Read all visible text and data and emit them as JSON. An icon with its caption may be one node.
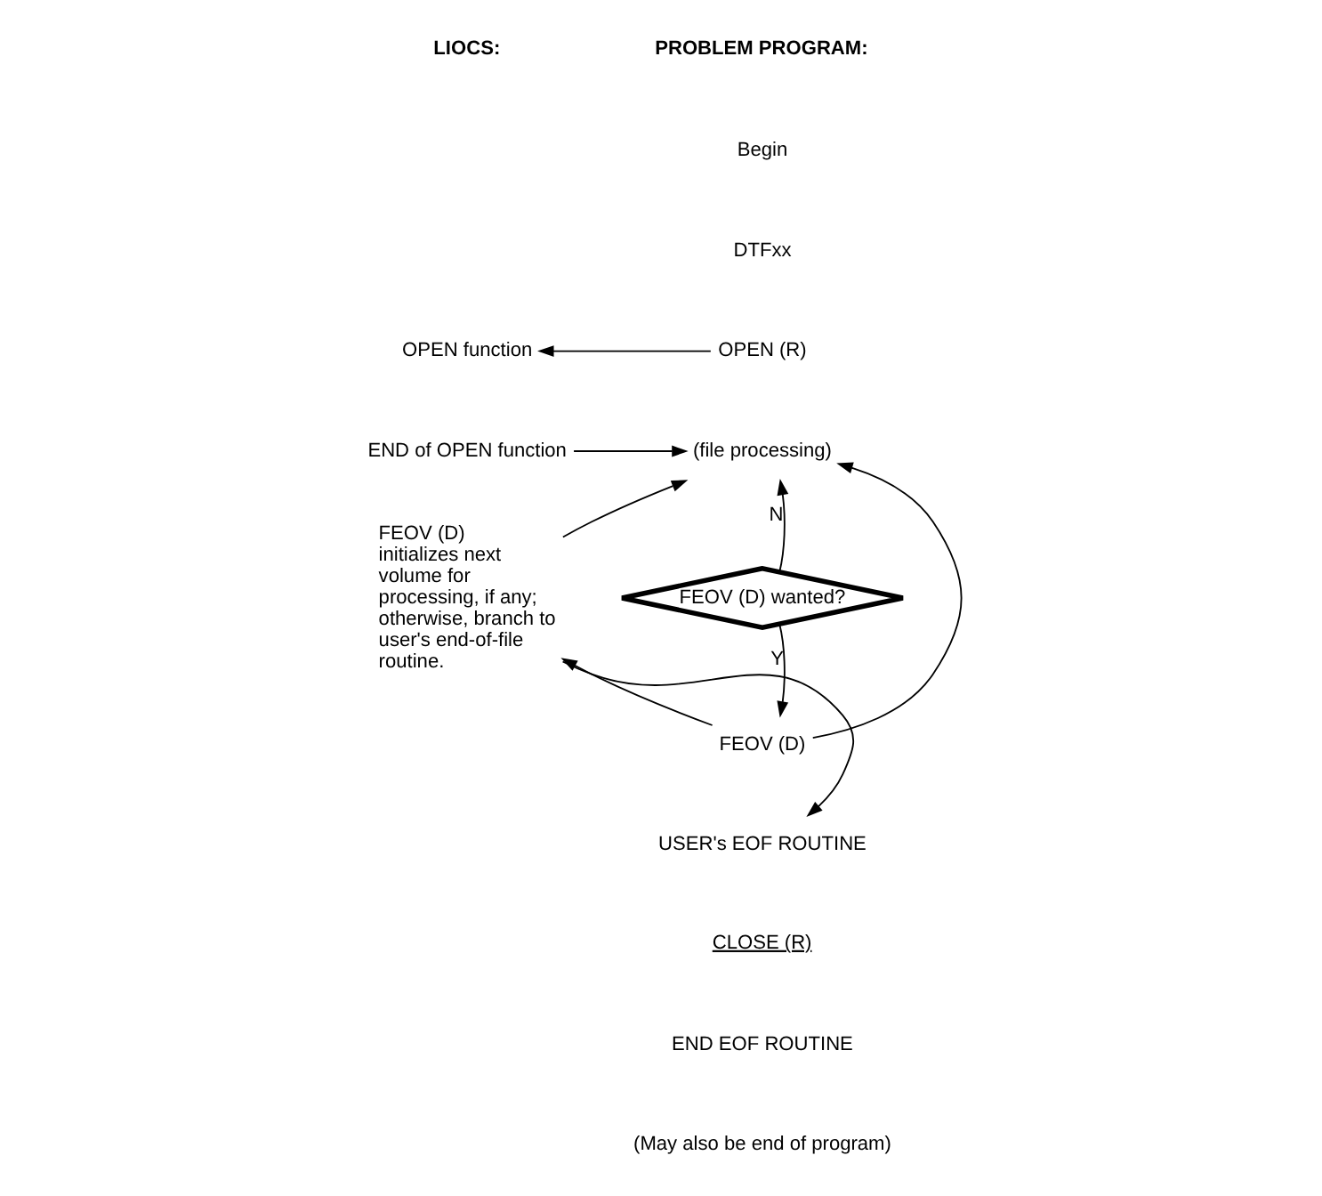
{
  "diagram": {
    "nodes": [
      {
        "text": [
          "OPEN (R)"
        ]
      },
      {
        "text": [
          "(file processing)"
        ]
      },
      {
        "text": [
          "FEOV (D) wanted?"
        ]
      },
      {
        "text": [
          "FEOV (D)"
        ]
      },
      {
        "text": [
          "USER's EOF ROUTINE"
        ]
      },
      {
        "text": [
          "OPEN function"
        ]
      },
      {
        "text": [
          "END of OPEN function"
        ]
      },
      {
        "text": [
          "FEOV (D)",
          "initializes next volume for processing, if any; otherwise, branch to user's end-of-file routine."
        ]
      }
    ],
    "edges": [
      {
        "from": 0,
        "to": 5,
        "arrow": "to"
      },
      {
        "from": 6,
        "to": 1,
        "arrow": "to"
      },
      {
        "from": 2,
        "to": 1,
        "arrow": "to",
        "label": "N"
      },
      {
        "from": 2,
        "to": 3,
        "arrow": "to",
        "label": "Y"
      },
      {
        "from": 3,
        "to": 7,
        "arrow": "to"
      },
      {
        "from": 3,
        "to": 1,
        "arrow": "to"
      },
      {
        "from": 7,
        "to": 1,
        "arrow": "to"
      },
      {
        "from": 7,
        "to": 4,
        "arrow": "to"
      }
    ],
    "labels": [
      "PROBLEM PROGRAM:",
      "LIOCS:",
      "Begin",
      "DTFxx",
      "CLOSE (R)",
      "END EOF ROUTINE",
      "(May also be end of program)"
    ]
  }
}
